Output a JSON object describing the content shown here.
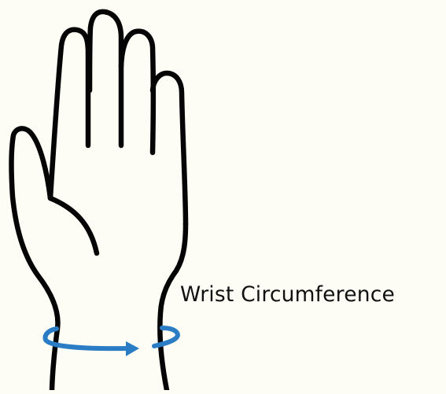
{
  "colors": {
    "background": "#FDFDF6",
    "outline": "#050505",
    "arrow": "#2A7DC4",
    "text": "#111111"
  },
  "icons": {
    "hand": "raised-hand-outline",
    "measure": "circular-arrow"
  },
  "label": {
    "text": "Wrist Circumference"
  }
}
